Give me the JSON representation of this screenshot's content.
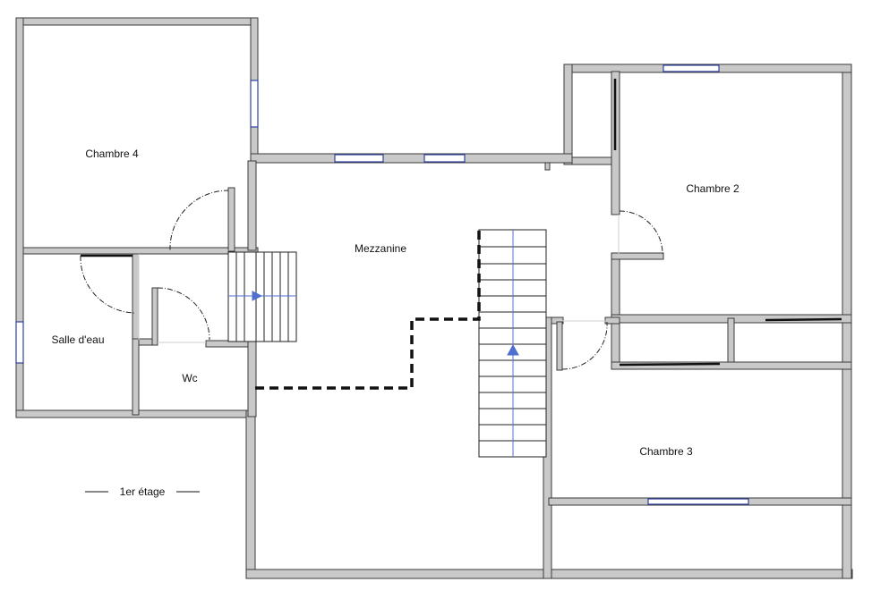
{
  "plan": {
    "floor_label": "1er étage",
    "rooms": {
      "chambre_4": "Chambre 4",
      "chambre_2": "Chambre 2",
      "chambre_3": "Chambre 3",
      "mezzanine": "Mezzanine",
      "salle_deau": "Salle d'eau",
      "wc": "Wc"
    }
  },
  "colors": {
    "wall_fill": "#c9c9c9",
    "wall_stroke": "#3a3a3a",
    "window": "#2f3f9e",
    "stair_arrow": "#4f6fd0",
    "line": "#222222"
  }
}
